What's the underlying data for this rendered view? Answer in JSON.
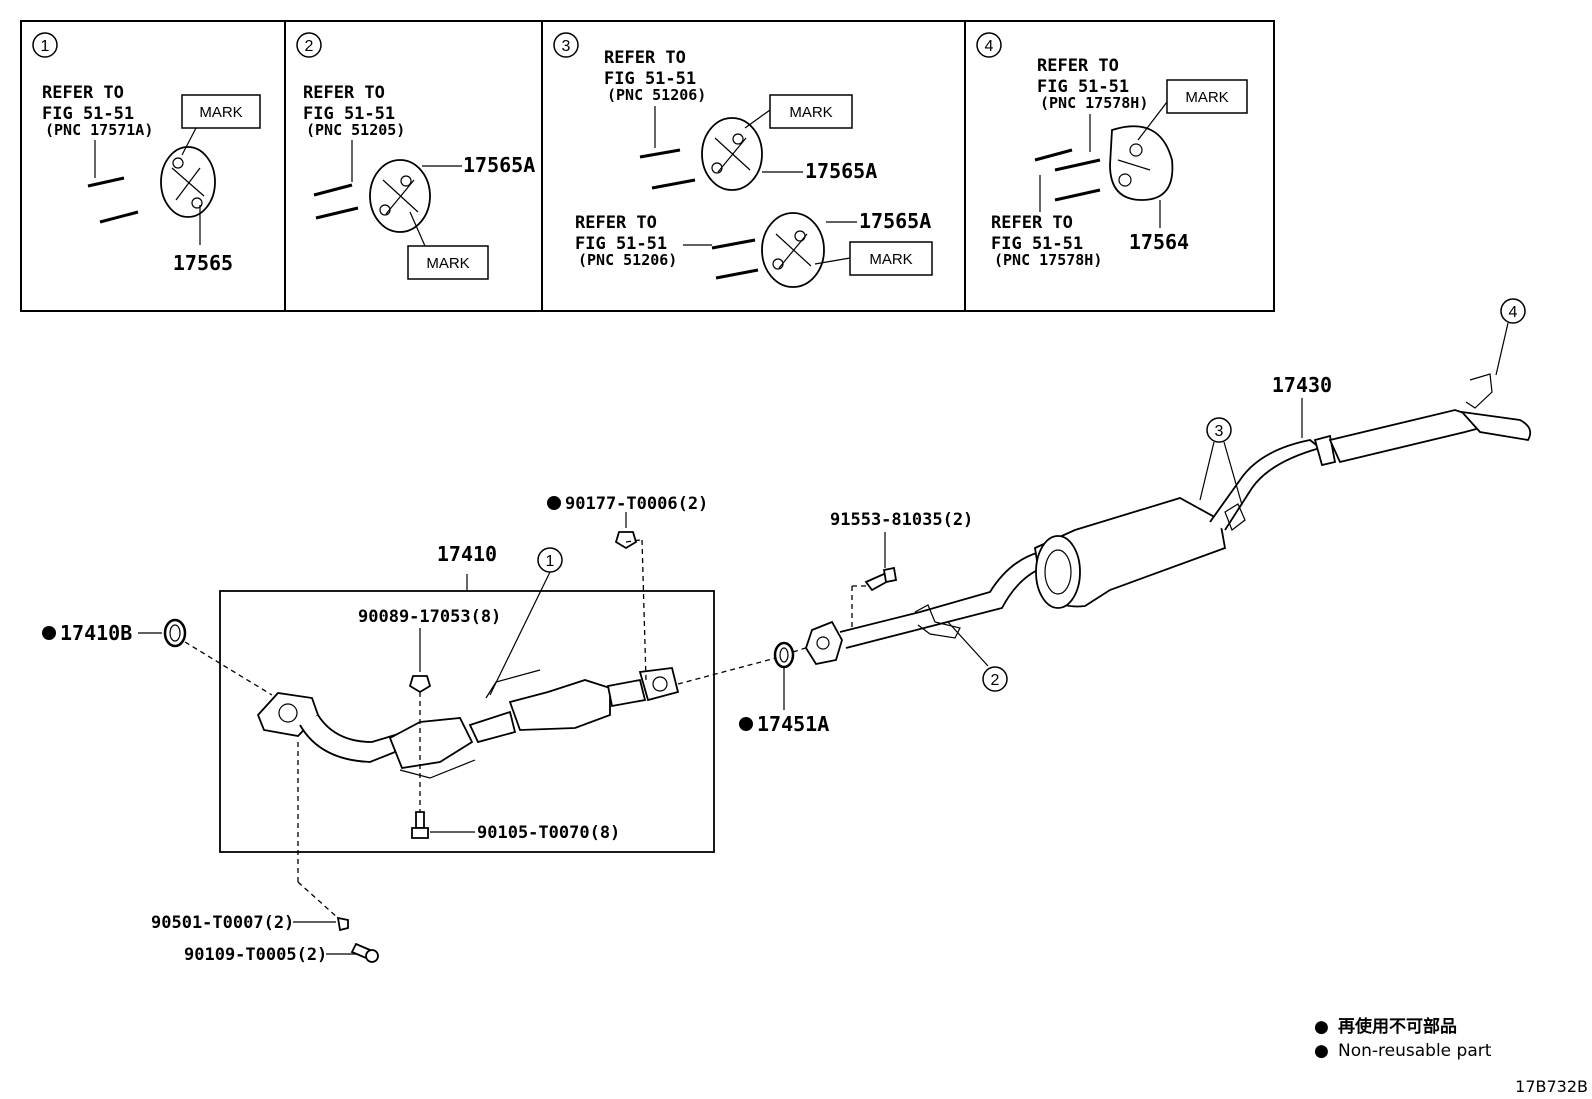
{
  "detail_panels": [
    {
      "num": "1",
      "refer_to": "REFER TO",
      "fig": "FIG 51-51",
      "pnc": "(PNC 17571A)",
      "mark": "MARK",
      "part": "17565"
    },
    {
      "num": "2",
      "refer_to": "REFER TO",
      "fig": "FIG 51-51",
      "pnc": "(PNC 51205)",
      "mark": "MARK",
      "part": "17565A"
    },
    {
      "num": "3",
      "refer_to": "REFER TO",
      "fig": "FIG 51-51",
      "pnc": "(PNC 51206)",
      "mark": "MARK",
      "part": "17565A",
      "refer_to_2": "REFER TO",
      "fig_2": "FIG 51-51",
      "pnc_2": "(PNC 51206)",
      "mark_2": "MARK",
      "part_2": "17565A"
    },
    {
      "num": "4",
      "refer_to": "REFER TO",
      "fig": "FIG 51-51",
      "pnc": "(PNC 17578H)",
      "mark": "MARK",
      "part": "17564",
      "refer_to_2": "REFER TO",
      "fig_2": "FIG 51-51",
      "pnc_2": "(PNC 17578H)"
    }
  ],
  "main_parts": {
    "front_pipe_assy": "17410",
    "gasket_front": "17410B",
    "nut_top": "90177-T0006(2)",
    "nut_mid": "90089-17053(8)",
    "bolt_low": "90105-T0070(8)",
    "gasket_mid": "17451A",
    "bolt_center": "91553-81035(2)",
    "tail_pipe_assy": "17430",
    "spring": "90501-T0007(2)",
    "bolt_spring": "90109-T0005(2)"
  },
  "callouts": {
    "c1": "1",
    "c2": "2",
    "c3": "3",
    "c4": "4"
  },
  "legend": {
    "line1": "再使用不可部品",
    "line2": "Non-reusable part",
    "bullet": "●"
  },
  "diagram_id": "17B732B"
}
